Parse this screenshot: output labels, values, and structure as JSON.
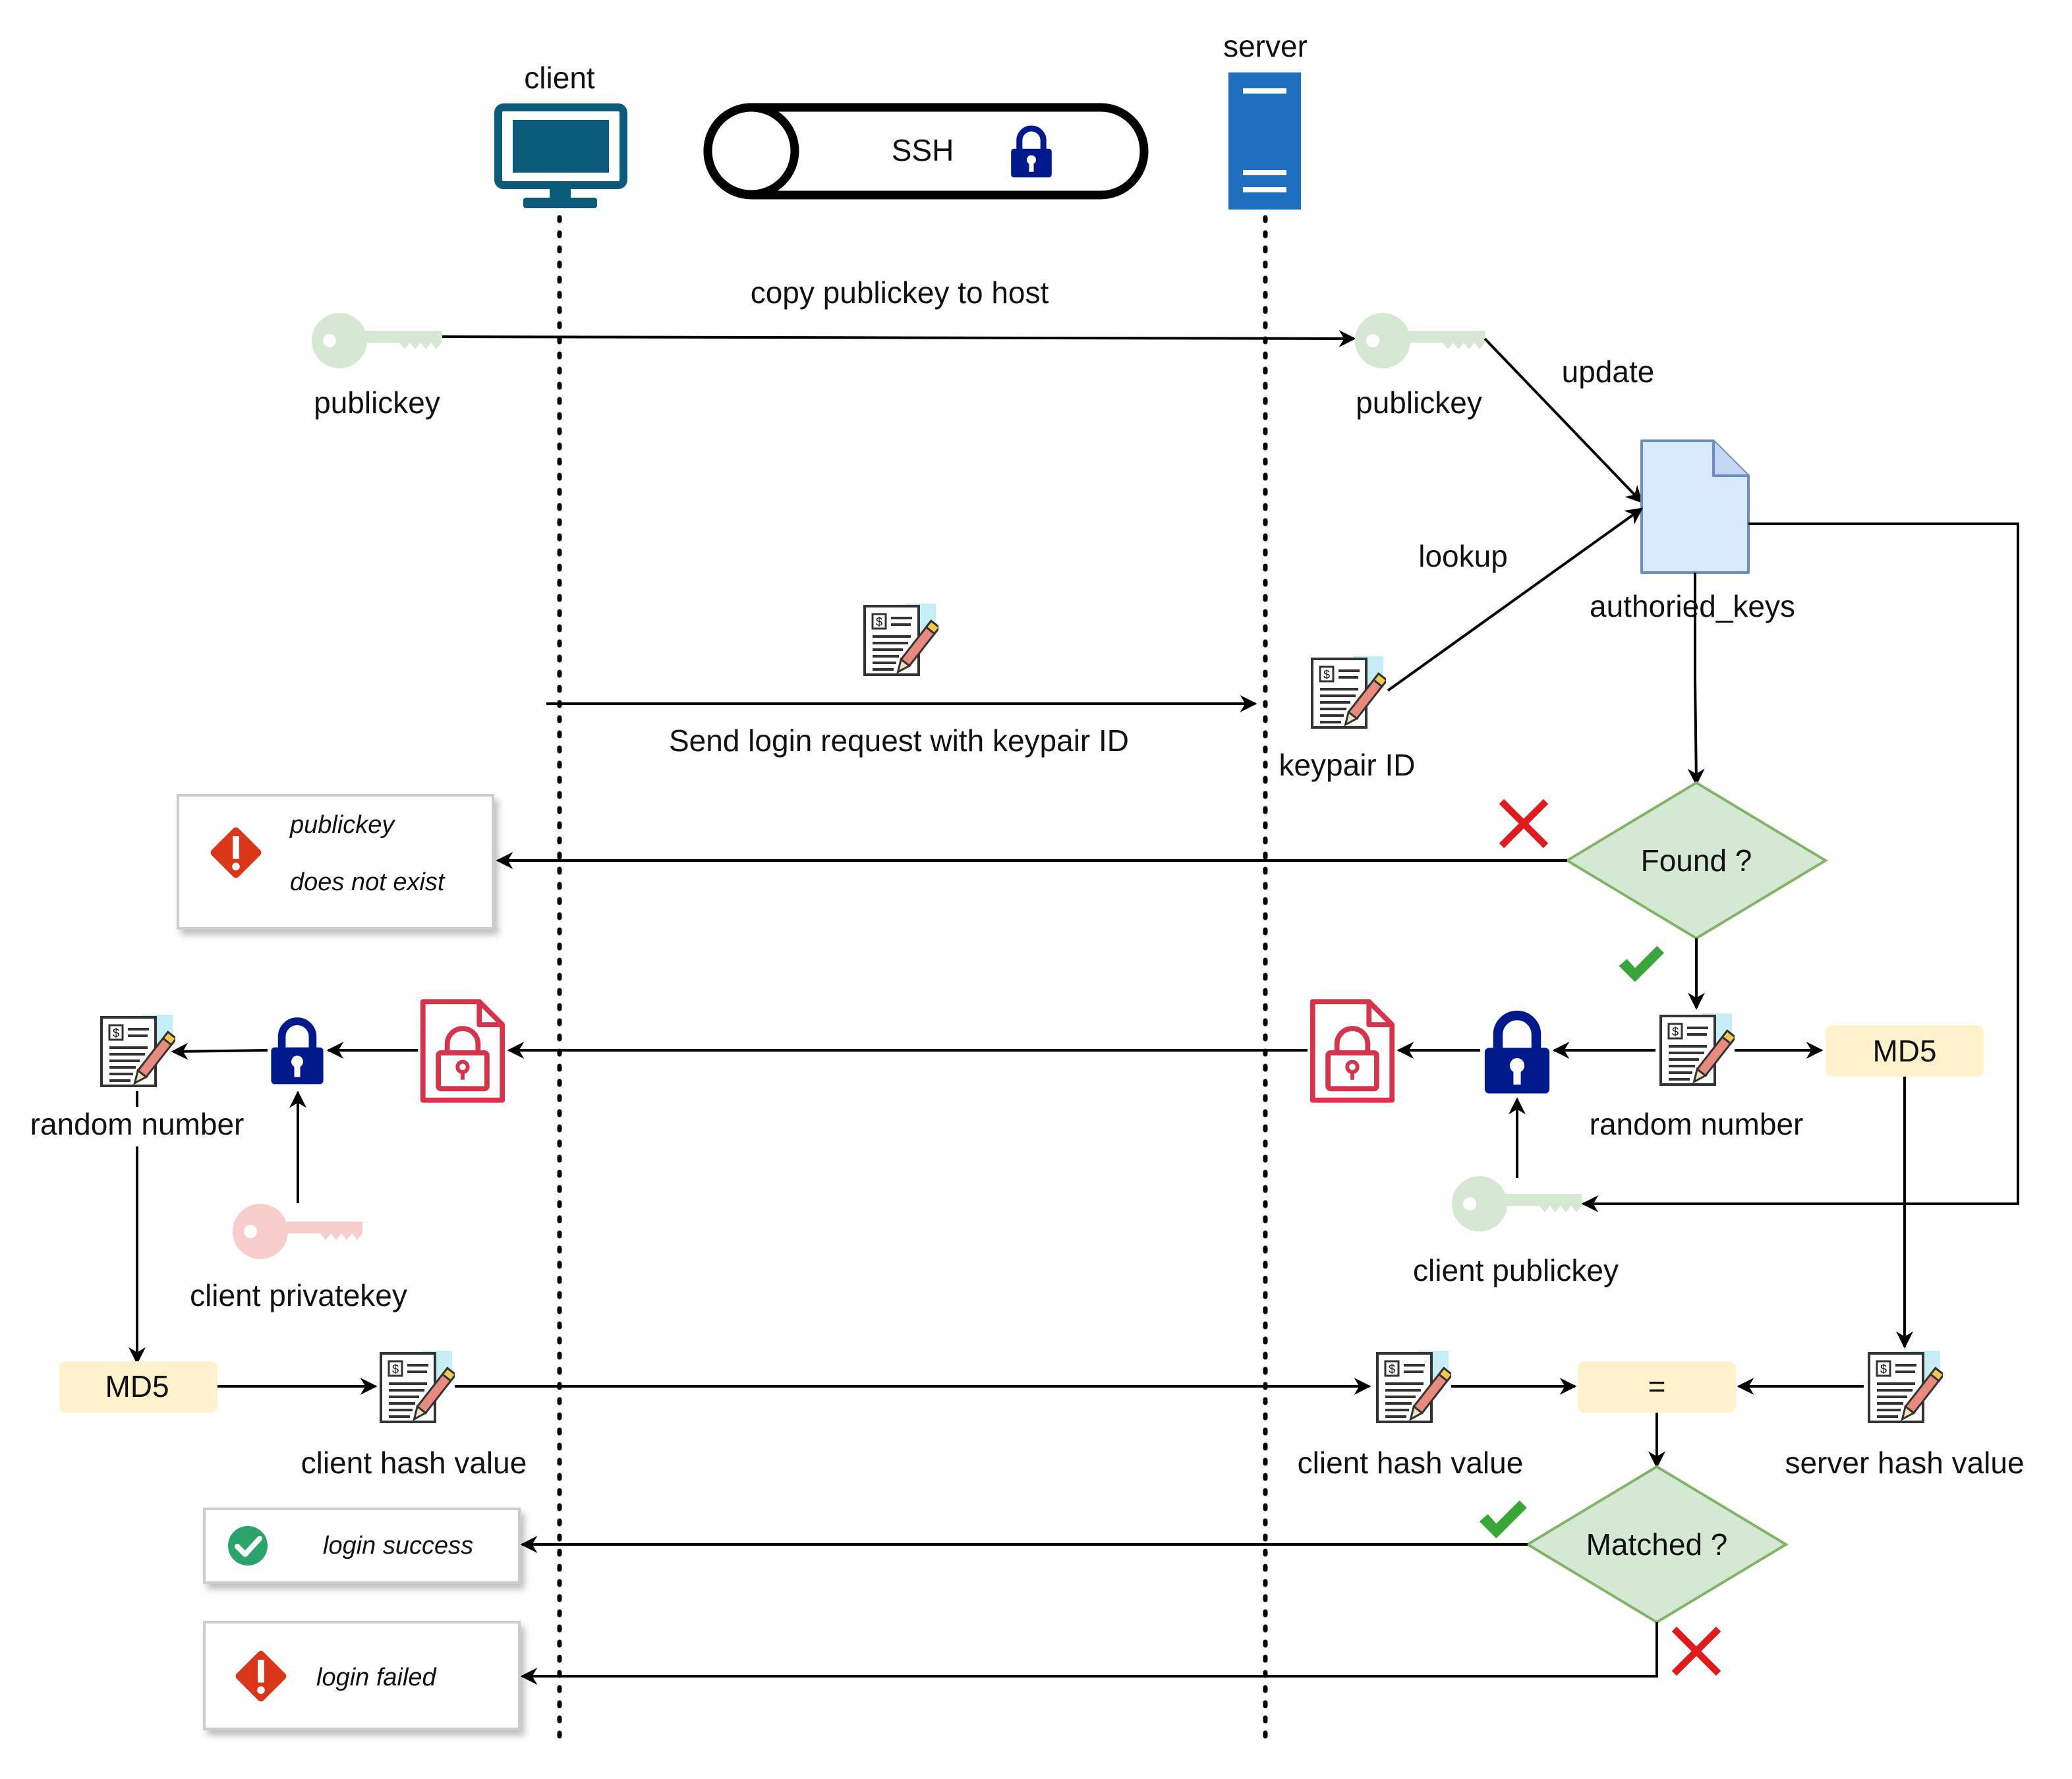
{
  "actors": {
    "client": "client",
    "server": "server"
  },
  "channel": {
    "label": "SSH"
  },
  "steps": {
    "copy_publickey": "copy publickey to host",
    "send_login_request": "Send login request with keypair ID"
  },
  "labels": {
    "client_publickey_key": "publickey",
    "server_publickey_key": "publickey",
    "update": "update",
    "lookup": "lookup",
    "authorized_keys": "authoried_keys",
    "keypair_id": "keypair ID",
    "client_random_number": "random number",
    "server_random_number": "random number",
    "client_privatekey": "client privatekey",
    "client_publickey": "client publickey",
    "client_md5": "MD5",
    "server_md5": "MD5",
    "client_hash_value_left": "client hash value",
    "client_hash_value_right": "client hash value",
    "server_hash_value": "server hash value",
    "equals": "="
  },
  "decisions": {
    "found": "Found ?",
    "matched": "Matched ?"
  },
  "notes": {
    "publickey_missing_line1": "publickey",
    "publickey_missing_line2": "does not exist",
    "login_success": "login success",
    "login_failed": "login failed"
  },
  "colors": {
    "monitor": "#0b5a7a",
    "server": "#1f6fbf",
    "lock": "#001a8c",
    "key_green": "#d6e8d4",
    "key_pink": "#f8cecc",
    "file": "#dae8fc",
    "decision_fill": "#d5e8d4",
    "decision_stroke": "#82b366",
    "md5_fill": "#fff2cc",
    "encrypted_file": "#d6334c",
    "check": "#3aa63a",
    "cross": "#e01b1b",
    "error_icon": "#d9361a",
    "success_icon": "#2ca36b"
  }
}
